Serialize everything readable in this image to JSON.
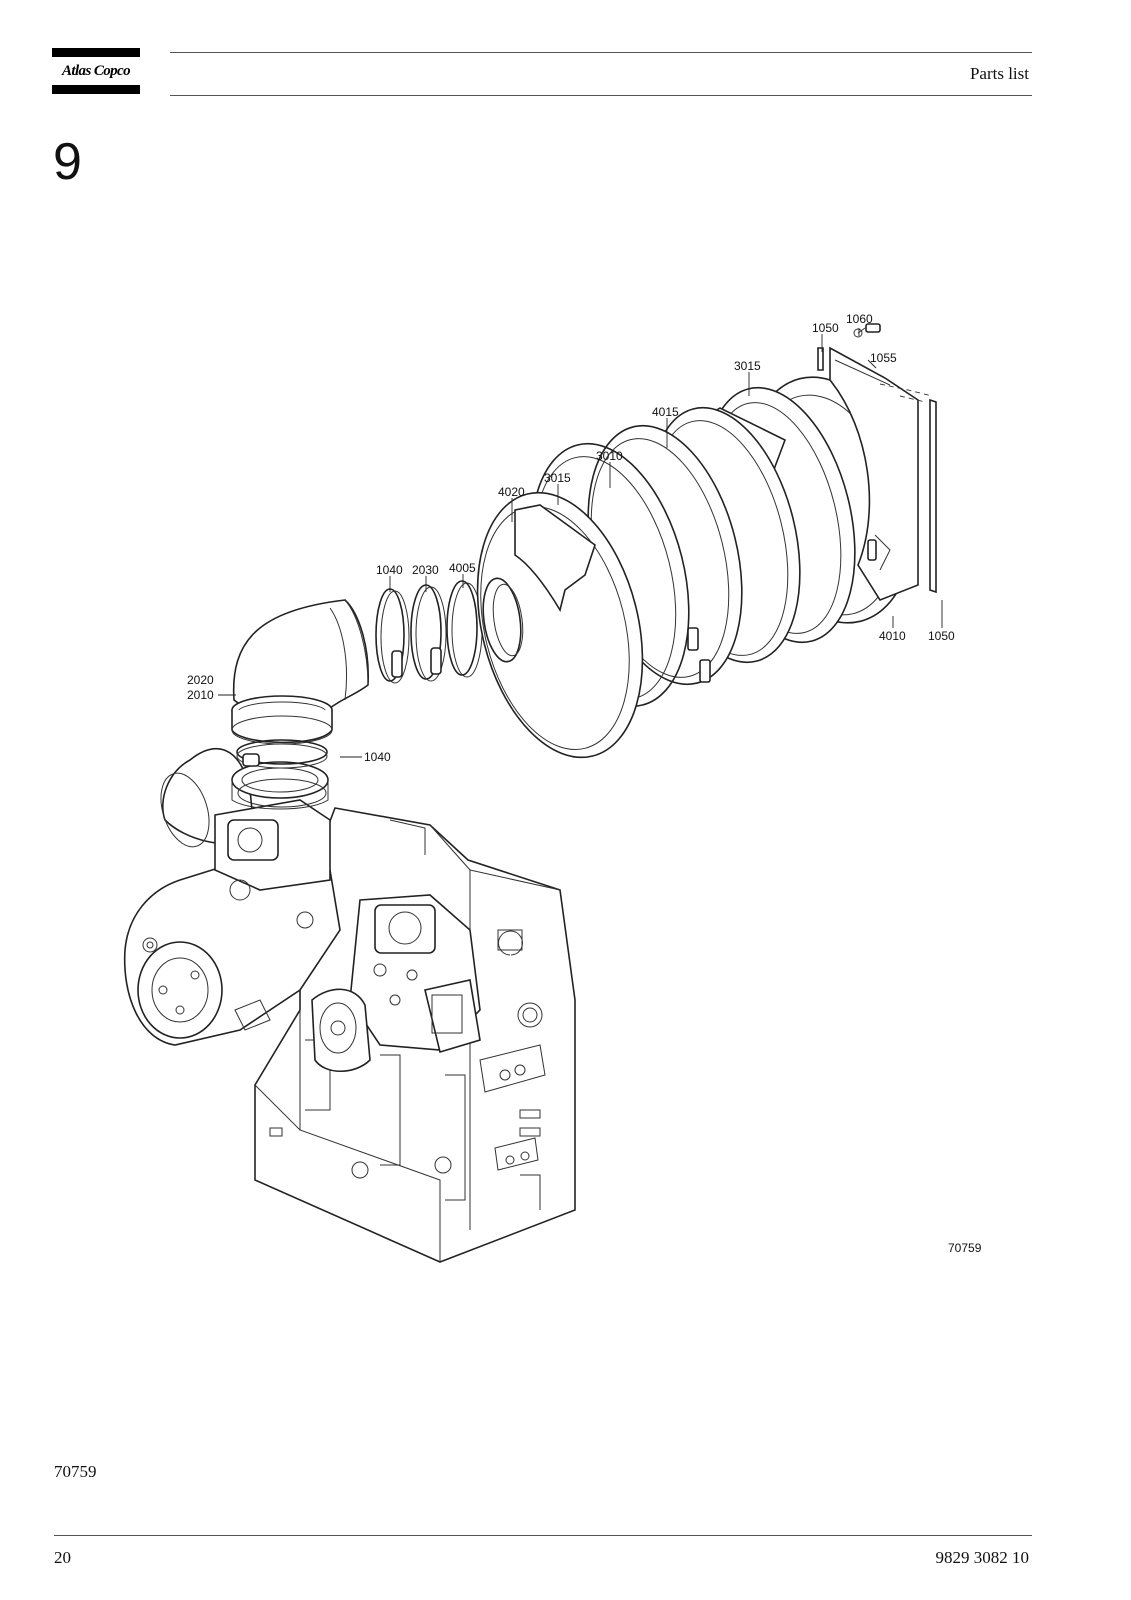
{
  "header": {
    "brand": "Atlas Copco",
    "title": "Parts list"
  },
  "section": {
    "number": "9"
  },
  "figure": {
    "drawing_number": "70759",
    "callouts": {
      "c1050_top": "1050",
      "c1060": "1060",
      "c1055": "1055",
      "c3015_top": "3015",
      "c4015": "4015",
      "c3010": "3010",
      "c3015_mid": "3015",
      "c4020": "4020",
      "c1040_top": "1040",
      "c2030": "2030",
      "c4005": "4005",
      "c2020": "2020",
      "c2010": "2010",
      "c1040_bottom": "1040",
      "c4010": "4010",
      "c1050_bottom": "1050"
    }
  },
  "footer": {
    "figure_ref": "70759",
    "page_number": "20",
    "document_number": "9829 3082 10"
  }
}
